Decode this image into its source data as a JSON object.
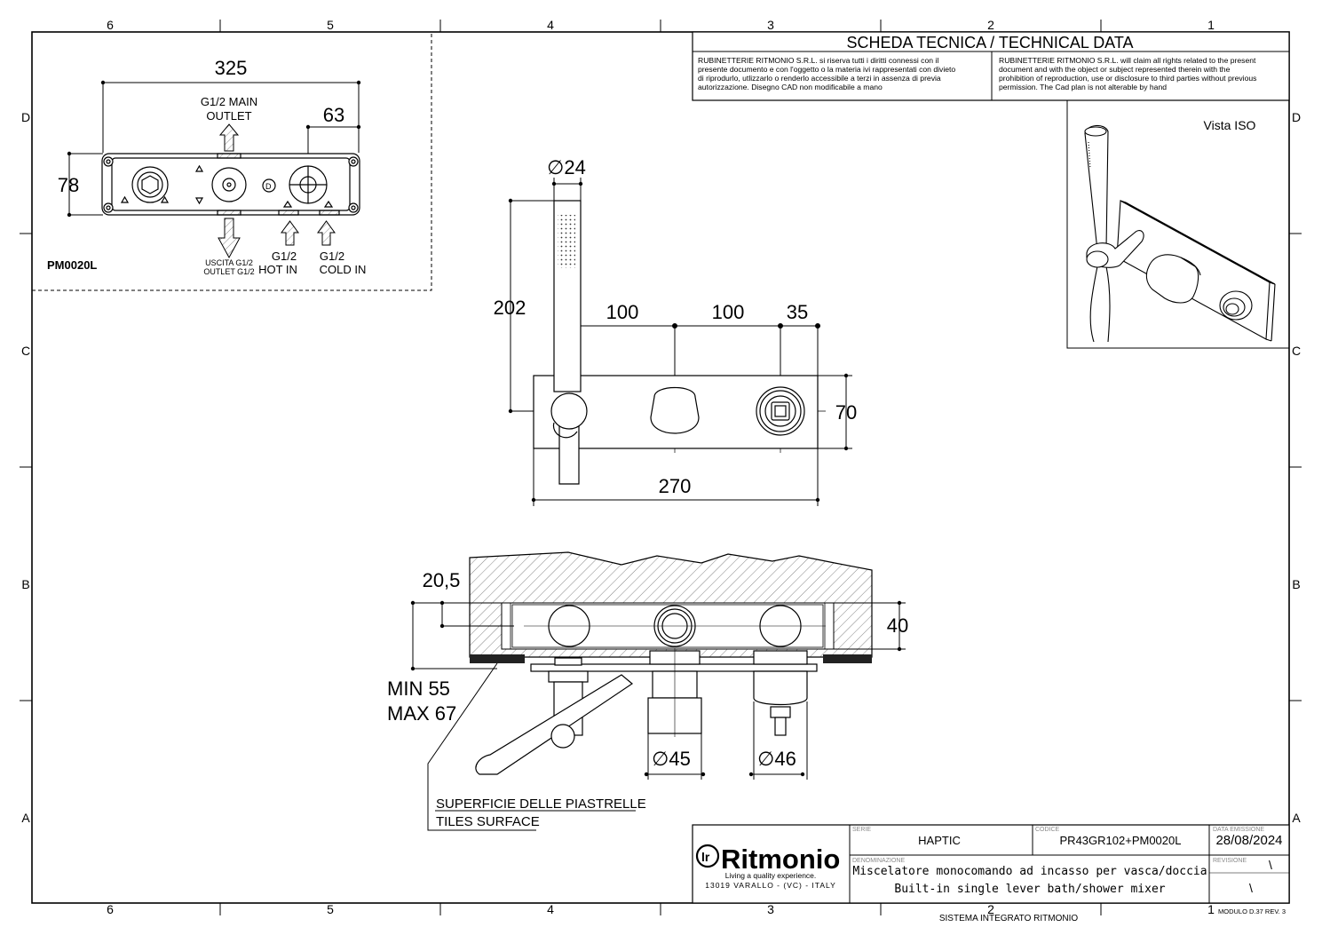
{
  "border": {
    "columns_top": [
      "6",
      "5",
      "4",
      "3",
      "2",
      "1"
    ],
    "columns_bottom": [
      "6",
      "5",
      "4",
      "3",
      "2",
      "1"
    ],
    "rows_left": [
      "D",
      "C",
      "B",
      "A"
    ],
    "rows_right": [
      "D",
      "C",
      "B",
      "A"
    ]
  },
  "header": {
    "title": "SCHEDA TECNICA / TECHNICAL DATA",
    "it_lines": [
      "RUBINETTERIE RITMONIO S.R.L. si riserva tutti i diritti connessi con il",
      "presente documento e con l'oggetto o la materia ivi rappresentati con divieto",
      "di riprodurlo, utlizzarlo o renderlo accessibile a terzi in assenza di previa",
      "autorizzazione. Disegno CAD non modificabile a mano"
    ],
    "en_lines": [
      "RUBINETTERIE RITMONIO S.R.L. will claim all rights related to the present",
      "document and with the object or subject represented therein with the",
      "prohibition  of reproduction, use or disclosure to third parties without previous",
      "permission.  The Cad plan is not alterable by hand"
    ]
  },
  "iso": {
    "label": "Vista ISO"
  },
  "inset": {
    "code": "PM0020L",
    "dim_width": "325",
    "dim_offset": "63",
    "dim_height": "78",
    "main_outlet_1": "G1/2  MAIN",
    "main_outlet_2": "OUTLET",
    "uscita_1": "USCITA G1/2",
    "uscita_2": "OUTLET G1/2",
    "hot_1": "G1/2",
    "hot_2": "HOT IN",
    "cold_1": "G1/2",
    "cold_2": "COLD IN"
  },
  "front": {
    "d24": "24",
    "h202": "202",
    "d100a": "100",
    "d100b": "100",
    "d35": "35",
    "h70": "70",
    "w270": "270"
  },
  "section": {
    "d205": "20,5",
    "d40": "40",
    "min": "MIN 55",
    "max": "MAX 67",
    "d45": "45",
    "d46": "46",
    "surface_it": "SUPERFICIE DELLE PIASTRELLE",
    "surface_en": "TILES SURFACE"
  },
  "titleblock": {
    "brand": "Ritmonio",
    "tagline": "Living a quality experience.",
    "address": "13019 VARALLO - (VC) - ITALY",
    "serie_label": "SERIE",
    "serie": "HAPTIC",
    "codice_label": "CODICE",
    "codice": "PR43GR102+PM0020L",
    "data_label": "DATA EMISSIONE",
    "data": "28/08/2024",
    "denominazione_label": "DENOMINAZIONE",
    "desc_it": "Miscelatore monocomando ad incasso per vasca/doccia",
    "desc_en": "Built-in single lever bath/shower mixer",
    "revisione_label": "REVISIONE",
    "rev_mark_1": "\\",
    "rev_mark_2": "\\"
  },
  "footer": {
    "system": "SISTEMA INTEGRATO RITMONIO",
    "module": "MODULO D.37 REV. 3"
  }
}
